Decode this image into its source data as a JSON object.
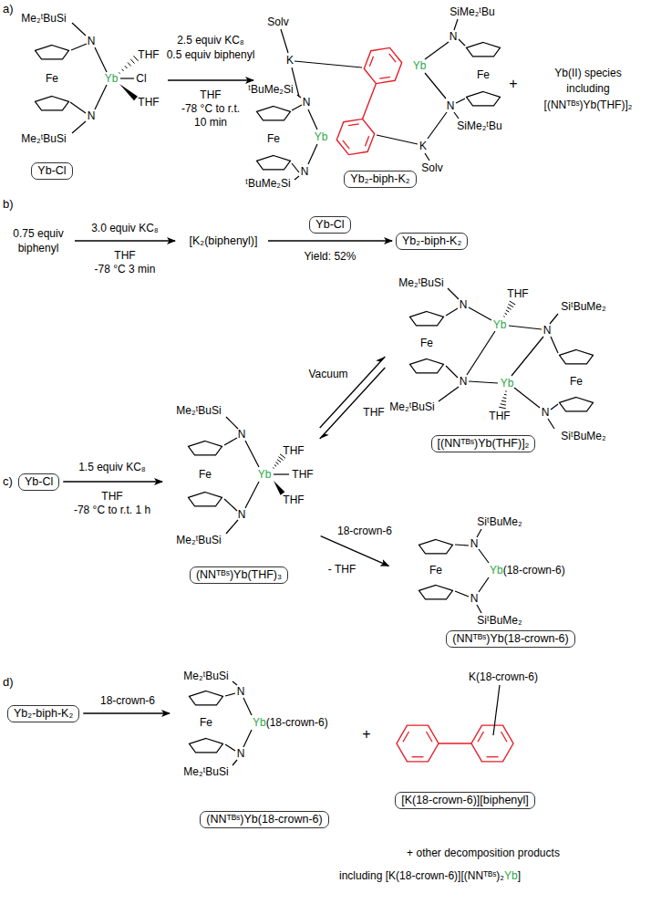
{
  "diagram": {
    "nodes": [
      {
        "text": [
          "Yb-Cl"
        ]
      },
      {
        "text": [
          "Yb₂-biph-K₂"
        ]
      },
      {
        "text": [
          "Yb-Cl"
        ]
      },
      {
        "text": [
          "Yb₂-biph-K₂"
        ]
      },
      {
        "text": [
          "Yb-Cl"
        ]
      },
      {
        "text": [
          "[(NNᵀᴮˢ)Yb(THF)]₂"
        ]
      },
      {
        "text": [
          "(NNᵀᴮˢ)Yb(THF)₃"
        ]
      },
      {
        "text": [
          "(NNᵀᴮˢ)Yb(18-crown-6)"
        ]
      },
      {
        "text": [
          "Yb₂-biph-K₂"
        ]
      },
      {
        "text": [
          "(NNᵀᴮˢ)Yb(18-crown-6)"
        ]
      },
      {
        "text": [
          "[K(18-crown-6)][biphenyl]"
        ]
      }
    ],
    "edges": [
      {
        "from": 0,
        "to": 1,
        "arrow": "to"
      },
      {
        "from": 4,
        "to": 6,
        "arrow": "to"
      },
      {
        "from": 6,
        "to": 5,
        "arrow": "to"
      },
      {
        "from": 5,
        "to": 6,
        "arrow": "to"
      },
      {
        "from": 6,
        "to": 7,
        "arrow": "to"
      },
      {
        "from": 8,
        "to": 9,
        "arrow": "to"
      }
    ],
    "labels": [
      "a)",
      "Me₂ᵗBuSi",
      "N",
      "THF",
      "Fe",
      "Yb",
      "Cl",
      "THF",
      "N",
      "Me₂ᵗBuSi",
      "2.5 equiv KC₈",
      "0.5 equiv biphenyl",
      "THF",
      "-78 °C to r.t.",
      "10 min",
      "SiMe₂ᵗBu",
      "Solv",
      "K",
      "N",
      "Yb",
      "Fe",
      "ᵗBuMe₂Si",
      "N",
      "N",
      "SiMe₂ᵗBu",
      "Fe",
      "Yb",
      "N",
      "ᵗBuMe₂Si",
      "K",
      "Solv",
      "+",
      "Yb(II) species",
      "including",
      "[(NNᵀᴮˢ)Yb(THF)]₂",
      "b)",
      "0.75 equiv",
      "biphenyl",
      "3.0 equiv KC₈",
      "THF",
      "-78 °C 3 min",
      "[K₂(biphenyl)]",
      "Yield: 52%",
      "c)",
      "1.5 equiv KC₈",
      "THF",
      "-78 °C to r.t. 1 h",
      "Me₂ᵗBuSi",
      "THF",
      "N",
      "Yb",
      "SiᵗBuMe₂",
      "N",
      "Fe",
      "Vacuum",
      "THF",
      "N",
      "Yb",
      "Me₂ᵗBuSi",
      "THF",
      "Fe",
      "N",
      "SiᵗBuMe₂",
      "Me₂ᵗBuSi",
      "N",
      "THF",
      "Fe",
      "Yb",
      "THF",
      "THF",
      "N",
      "Me₂ᵗBuSi",
      "18-crown-6",
      "- THF",
      "SiᵗBuMe₂",
      "N",
      "Fe",
      "Yb",
      "(18-crown-6)",
      "N",
      "SiᵗBuMe₂",
      "d)",
      "18-crown-6",
      "Me₂ᵗBuSi",
      "N",
      "Fe",
      "Yb",
      "(18-crown-6)",
      "N",
      "Me₂ᵗBuSi",
      "+",
      "K(18-crown-6)",
      "+ other decomposition products",
      "including [K(18-crown-6)][(NNᵀᴮˢ)₂",
      "Yb",
      "]"
    ]
  }
}
